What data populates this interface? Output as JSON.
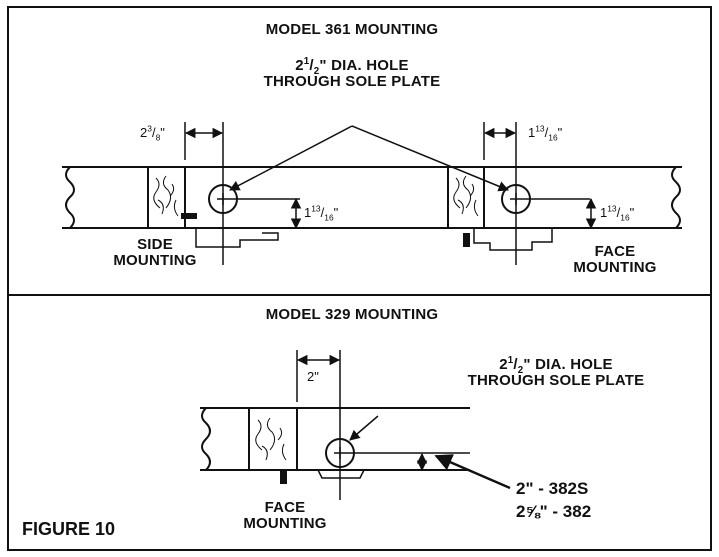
{
  "figure_label": "FIGURE 10",
  "model_361": {
    "title": "MODEL 361 MOUNTING",
    "hole_label_line1_a": "2",
    "hole_label_line1_sup": "1",
    "hole_label_line1_sub": "2",
    "hole_label_line1_b": "\" DIA. HOLE",
    "hole_label_line2": "THROUGH SOLE PLATE",
    "dim_left_whole": "2",
    "dim_left_sup": "3",
    "dim_left_sub": "8",
    "dim_left_unit": "\"",
    "dim_right_whole": "1",
    "dim_right_sup": "13",
    "dim_right_sub": "16",
    "dim_right_unit": "\"",
    "dim_vert_left_whole": "1",
    "dim_vert_left_sup": "13",
    "dim_vert_left_sub": "16",
    "dim_vert_left_unit": "\"",
    "dim_vert_right_whole": "1",
    "dim_vert_right_sup": "13",
    "dim_vert_right_sub": "16",
    "dim_vert_right_unit": "\"",
    "side_label_1": "SIDE",
    "side_label_2": "MOUNTING",
    "face_label_1": "FACE",
    "face_label_2": "MOUNTING"
  },
  "model_329": {
    "title": "MODEL 329 MOUNTING",
    "dim_top": "2\"",
    "hole_label_line1_a": "2",
    "hole_label_line1_sup": "1",
    "hole_label_line1_sub": "2",
    "hole_label_line1_b": "\" DIA. HOLE",
    "hole_label_line2": "THROUGH SOLE PLATE",
    "callout_line1": "2\" - 382S",
    "callout_line2": "2⅝\" - 382",
    "face_label_1": "FACE",
    "face_label_2": "MOUNTING"
  }
}
